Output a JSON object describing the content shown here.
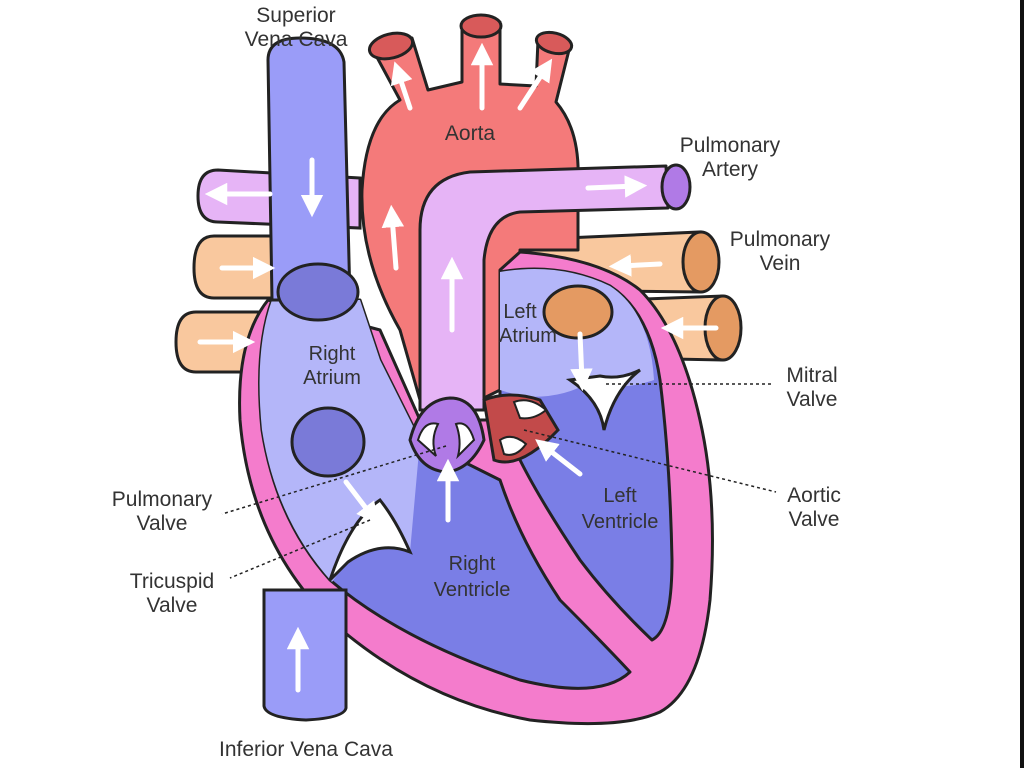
{
  "labels": {
    "superior_vena_cava": [
      "Superior",
      "Vena Cava"
    ],
    "aorta": "Aorta",
    "pulmonary_artery": [
      "Pulmonary",
      "Artery"
    ],
    "pulmonary_vein": [
      "Pulmonary",
      "Vein"
    ],
    "left_atrium": [
      "Left",
      "Atrium"
    ],
    "right_atrium": [
      "Right",
      "Atrium"
    ],
    "mitral_valve": [
      "Mitral",
      "Valve"
    ],
    "aortic_valve": [
      "Aortic",
      "Valve"
    ],
    "left_ventricle": [
      "Left",
      "Ventricle"
    ],
    "right_ventricle": [
      "Right",
      "Ventricle"
    ],
    "pulmonary_valve": [
      "Pulmonary",
      "Valve"
    ],
    "tricuspid_valve": [
      "Tricuspid",
      "Valve"
    ],
    "inferior_vena_cava": "Inferior Vena Cava"
  },
  "colors": {
    "vena_cava": "#9a9cf8",
    "vena_cava_dark": "#7a7ad8",
    "right_atrium": "#b4b6f9",
    "ventricle": "#7a7ee6",
    "aorta": "#f47a7a",
    "aorta_top": "#d85a5a",
    "pulmonary_artery": "#e6b4f6",
    "pulmonary_artery_end": "#b07ae6",
    "pulmonary_vein": "#f9c89e",
    "pulmonary_vein_end": "#e49a62",
    "myocardium": "#f47ccc",
    "outline": "#222222"
  }
}
